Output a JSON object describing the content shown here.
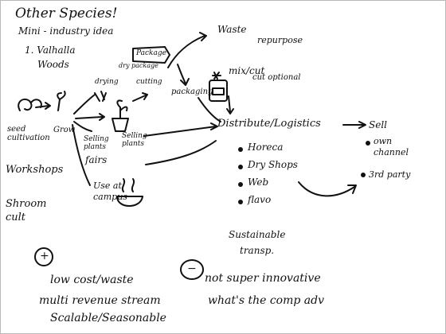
{
  "note": {
    "title": "Other Species!",
    "subtitle": "Mini - industry idea",
    "item_one": "1. Valhalla",
    "item_one_cont": "Woods",
    "waste": "Waste",
    "repurpose": "repurpose",
    "package": "Package",
    "dry_package": "dry package",
    "mix_cut": "mix/cut",
    "cut_optional": "cut optional",
    "drying": "drying",
    "cutting": "cutting",
    "packaging": "packaging",
    "seed_cultivation": "seed cultivation",
    "grow": "Grow",
    "selling_plants": "Selling plants",
    "selling_plants2": "Selling plants",
    "fairs": "fairs",
    "workshops": "Workshops",
    "shroom_cult": "Shroom cult",
    "use_at_campus": "Use at campus",
    "distribute": "Distribute/Logistics",
    "sell": "Sell",
    "own_channel": "own channel",
    "third_party": "3rd party",
    "horeca": "Horeca",
    "dry_shops": "Dry Shops",
    "web": "Web",
    "flavo": "flavo",
    "sustainable": "Sustainable",
    "transport": "transp.",
    "plus_symbol": "+",
    "minus_symbol": "−",
    "low_cost": "low cost/waste",
    "not_super": "not super innovative",
    "multi_revenue": "multi revenue stream",
    "whats_the": "what's the comp adv",
    "scalable": "Scalable/Seasonable"
  }
}
